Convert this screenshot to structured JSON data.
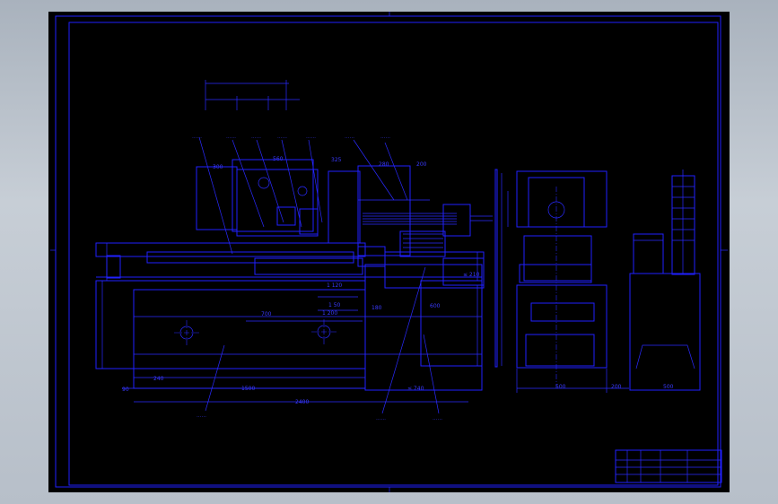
{
  "drawing": {
    "legend_top": "",
    "legend_items": [
      "",
      "",
      ""
    ],
    "dimensions": {
      "d_300": "300",
      "d_560": "560",
      "d_325": "325",
      "d_280": "280",
      "d_200": "200",
      "d_700": "700",
      "d_1200": "1 200",
      "d_1120": "1 120",
      "d_150": "1 50",
      "d_180": "180",
      "d_600": "600",
      "d_240": "240",
      "d_1500": "1500",
      "d_2400": "2400",
      "d_740": "≤ 740",
      "d_210": "≤ 210",
      "d_90": "90",
      "d_500a": "500",
      "d_200b": "200",
      "d_500b": "500"
    }
  },
  "title_block": {
    "cells": [
      "",
      "",
      "",
      "",
      ""
    ]
  },
  "colors": {
    "line": "#2020ff",
    "sheet": "#000000",
    "backdrop": "#b7bfc9"
  }
}
